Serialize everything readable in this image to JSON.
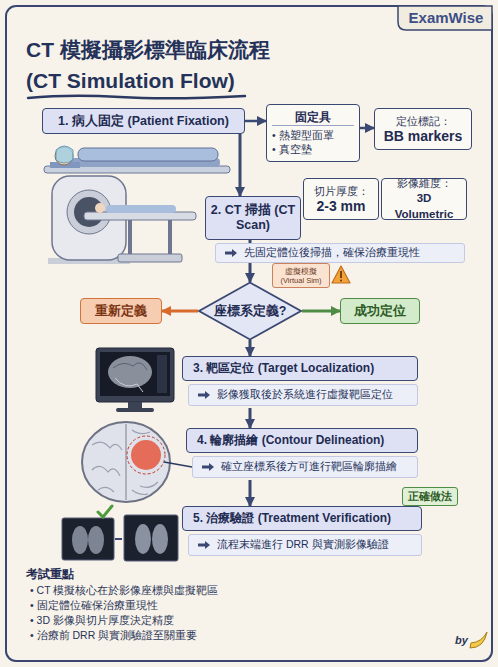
{
  "diagram": {
    "title": "CT 模擬攝影標準臨床流程 (CT Simulation Flow)",
    "nodes": [
      {
        "text": [
          "1. 病人固定 (Patient Fixation)"
        ]
      },
      {
        "text": [
          "固定具",
          "• 熱塑型面罩",
          "• 真空墊"
        ]
      },
      {
        "text": [
          "定位標記：",
          "BB markers"
        ]
      },
      {
        "text": [
          "2. CT 掃描 (CT Scan)"
        ]
      },
      {
        "text": [
          "切片厚度：",
          "2-3 mm"
        ]
      },
      {
        "text": [
          "影像維度：",
          "3D Volumetric"
        ]
      },
      {
        "text": [
          "虛擬模擬 (Virtual Sim)"
        ]
      },
      {
        "text": [
          "座標系定義?"
        ]
      },
      {
        "text": [
          "重新定義"
        ]
      },
      {
        "text": [
          "成功定位"
        ]
      },
      {
        "text": [
          "3. 靶區定位 (Target Localization)",
          "影像獲取後於系統進行虛擬靶區定位"
        ]
      },
      {
        "text": [
          "4. 輪廓描繪 (Contour Delineation)",
          "確立座標系後方可進行靶區輪廓描繪"
        ]
      },
      {
        "text": [
          "正確做法"
        ]
      },
      {
        "text": [
          "5. 治療驗證 (Treatment Verification)",
          "流程末端進行 DRR 與實測影像驗證"
        ]
      }
    ],
    "edges": [
      {
        "from": 0,
        "to": 1,
        "arrow": "to"
      },
      {
        "from": 1,
        "to": 2,
        "arrow": "to"
      },
      {
        "from": 0,
        "to": 3,
        "arrow": "to"
      },
      {
        "from": 3,
        "to": 7,
        "arrow": "to"
      },
      {
        "from": 7,
        "to": 8,
        "arrow": "to"
      },
      {
        "from": 7,
        "to": 9,
        "arrow": "to"
      },
      {
        "from": 7,
        "to": 10,
        "arrow": "to"
      },
      {
        "from": 10,
        "to": 11,
        "arrow": "to"
      },
      {
        "from": 11,
        "to": 13,
        "arrow": "to"
      }
    ],
    "labels": [
      "ExamWise",
      "先固定體位後掃描，確保治療重現性",
      "考試重點",
      "• CT 模擬核心在於影像座標與虛擬靶區",
      "• 固定體位確保治療重現性",
      "• 3D 影像與切片厚度決定精度",
      "• 治療前 DRR 與實測驗證至關重要",
      "by"
    ]
  }
}
